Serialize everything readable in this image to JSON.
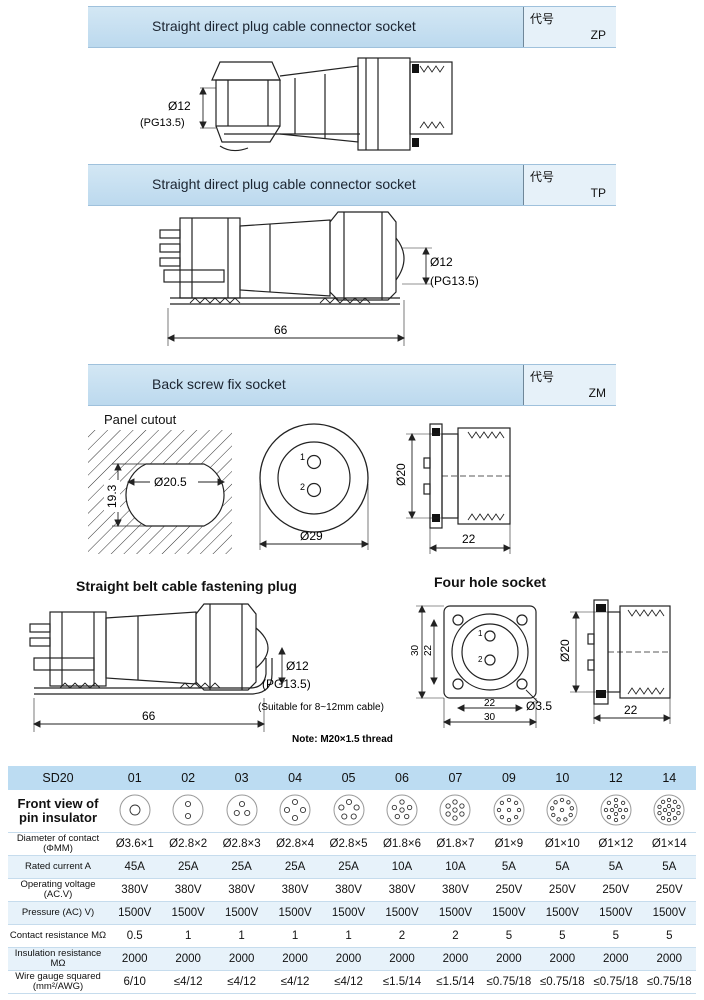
{
  "sections": {
    "zp": {
      "title": "Straight direct plug cable connector socket",
      "code_label": "代号",
      "code": "ZP",
      "dia": "Ø12",
      "pg": "(PG13.5)"
    },
    "tp": {
      "title": "Straight direct plug cable connector socket",
      "code_label": "代号",
      "code": "TP",
      "dia": "Ø12",
      "pg": "(PG13.5)",
      "length": "66"
    },
    "zm": {
      "title": "Back screw fix socket",
      "code_label": "代号",
      "code": "ZM",
      "panel_cutout": "Panel cutout",
      "cutout_dia": "Ø20.5",
      "cutout_flat": "19.3",
      "pin1": "1",
      "pin2": "2",
      "face_dia": "Ø29",
      "side_dia": "Ø20",
      "side_len": "22"
    },
    "belt_plug": {
      "title": "Straight belt cable fastening plug",
      "dia": "Ø12",
      "pg": "(PG13.5)",
      "note_cable": "(Suitable for 8~12mm cable)",
      "length": "66",
      "note_thread": "Note: M20×1.5 thread"
    },
    "four_hole": {
      "title": "Four hole socket",
      "outer": "30",
      "inner": "22",
      "hole": "Ø3.5",
      "pin1": "1",
      "pin2": "2",
      "side_dia": "Ø20",
      "side_len": "22"
    }
  },
  "table": {
    "header": [
      "SD20",
      "01",
      "02",
      "03",
      "04",
      "05",
      "06",
      "07",
      "09",
      "10",
      "12",
      "14"
    ],
    "pin_row_label": "Front view of pin insulator",
    "pin_counts": [
      1,
      2,
      3,
      4,
      5,
      6,
      7,
      9,
      10,
      12,
      14
    ],
    "rows": [
      {
        "label": "Diameter of contact (ΦMM)",
        "values": [
          "Ø3.6×1",
          "Ø2.8×2",
          "Ø2.8×3",
          "Ø2.8×4",
          "Ø2.8×5",
          "Ø1.8×6",
          "Ø1.8×7",
          "Ø1×9",
          "Ø1×10",
          "Ø1×12",
          "Ø1×14"
        ]
      },
      {
        "label": "Rated current A",
        "values": [
          "45A",
          "25A",
          "25A",
          "25A",
          "25A",
          "10A",
          "10A",
          "5A",
          "5A",
          "5A",
          "5A"
        ]
      },
      {
        "label": "Operating voltage (AC.V)",
        "values": [
          "380V",
          "380V",
          "380V",
          "380V",
          "380V",
          "380V",
          "380V",
          "250V",
          "250V",
          "250V",
          "250V"
        ]
      },
      {
        "label": "Pressure (AC) V)",
        "values": [
          "1500V",
          "1500V",
          "1500V",
          "1500V",
          "1500V",
          "1500V",
          "1500V",
          "1500V",
          "1500V",
          "1500V",
          "1500V"
        ]
      },
      {
        "label": "Contact resistance MΩ",
        "values": [
          "0.5",
          "1",
          "1",
          "1",
          "1",
          "2",
          "2",
          "5",
          "5",
          "5",
          "5"
        ]
      },
      {
        "label": "Insulation resistance MΩ",
        "values": [
          "2000",
          "2000",
          "2000",
          "2000",
          "2000",
          "2000",
          "2000",
          "2000",
          "2000",
          "2000",
          "2000"
        ]
      },
      {
        "label": "Wire gauge squared (mm²/AWG)",
        "values": [
          "6/10",
          "≤4/12",
          "≤4/12",
          "≤4/12",
          "≤4/12",
          "≤1.5/14",
          "≤1.5/14",
          "≤0.75/18",
          "≤0.75/18",
          "≤0.75/18",
          "≤0.75/18"
        ]
      }
    ]
  }
}
